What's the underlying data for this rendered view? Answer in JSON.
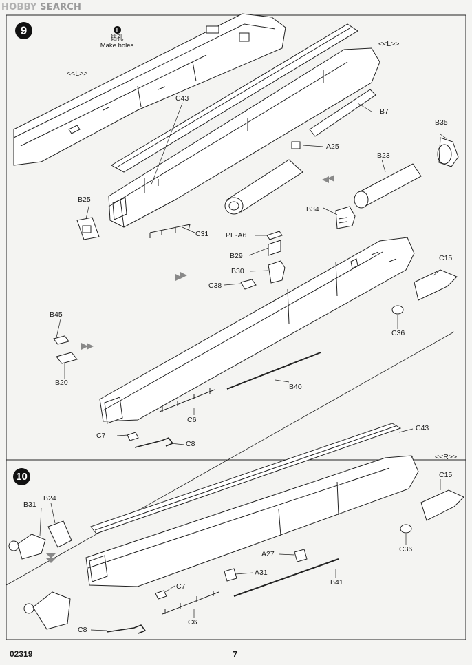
{
  "watermark": {
    "brand_a": "HOBBY",
    "brand_b": " SEARCH"
  },
  "steps": {
    "step9": {
      "number": "9"
    },
    "step10": {
      "number": "10"
    }
  },
  "note": {
    "icon": "T",
    "chinese": "钻孔",
    "english": "Make holes"
  },
  "labels": {
    "L1": "<<L>>",
    "L2": "<<L>>",
    "R": "<<R>>",
    "C43_a": "C43",
    "B7": "B7",
    "A25": "A25",
    "B35": "B35",
    "B23": "B23",
    "B25": "B25",
    "C31": "C31",
    "B34": "B34",
    "PE_A6": "PE-A6",
    "B29": "B29",
    "B30": "B30",
    "C38": "C38",
    "C15_a": "C15",
    "C36_a": "C36",
    "B45": "B45",
    "B20": "B20",
    "B40": "B40",
    "C6_a": "C6",
    "C7_a": "C7",
    "C8_a": "C8",
    "C43_b": "C43",
    "C15_b": "C15",
    "B31": "B31",
    "B24": "B24",
    "C36_b": "C36",
    "A27": "A27",
    "A31": "A31",
    "B41": "B41",
    "C7_b": "C7",
    "C6_b": "C6",
    "C8_b": "C8"
  },
  "footer": {
    "code": "02319",
    "page": "7"
  }
}
